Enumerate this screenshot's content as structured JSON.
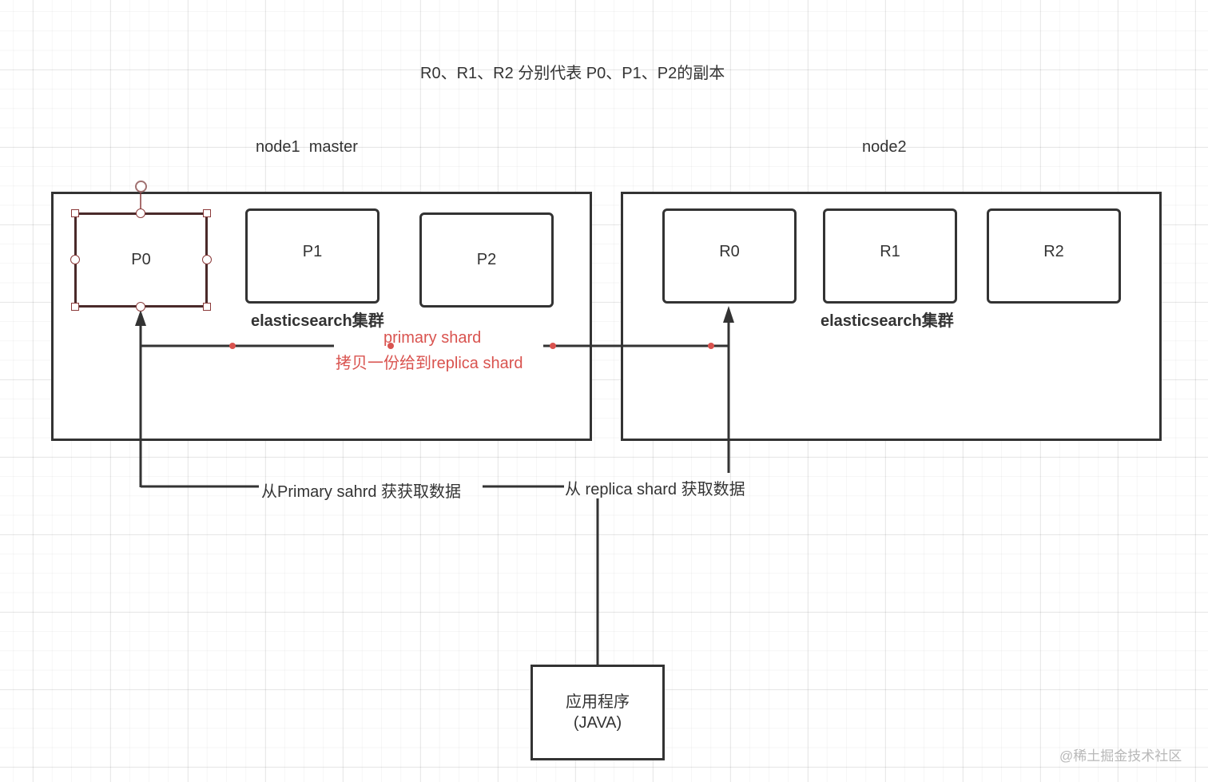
{
  "title": "R0、R1、R2 分别代表 P0、P1、P2的副本",
  "nodes": [
    {
      "label": "node1  master",
      "cluster_label": "elasticsearch集群",
      "shards": [
        "P0",
        "P1",
        "P2"
      ],
      "selected_shard": "P0"
    },
    {
      "label": "node2",
      "cluster_label": "elasticsearch集群",
      "shards": [
        "R0",
        "R1",
        "R2"
      ]
    }
  ],
  "replication_label": {
    "line1": "primary shard",
    "line2": "拷贝一份给到replica shard",
    "color": "#d9534f"
  },
  "read_paths": {
    "primary": "从Primary sahrd 获获取数据",
    "replica": "从 replica shard 获取数据"
  },
  "application": {
    "line1": "应用程序",
    "line2": "(JAVA)"
  },
  "watermark": "@稀土掘金技术社区",
  "colors": {
    "stroke": "#333333",
    "selection": "#8b3a3a",
    "accent_red": "#d9534f"
  }
}
